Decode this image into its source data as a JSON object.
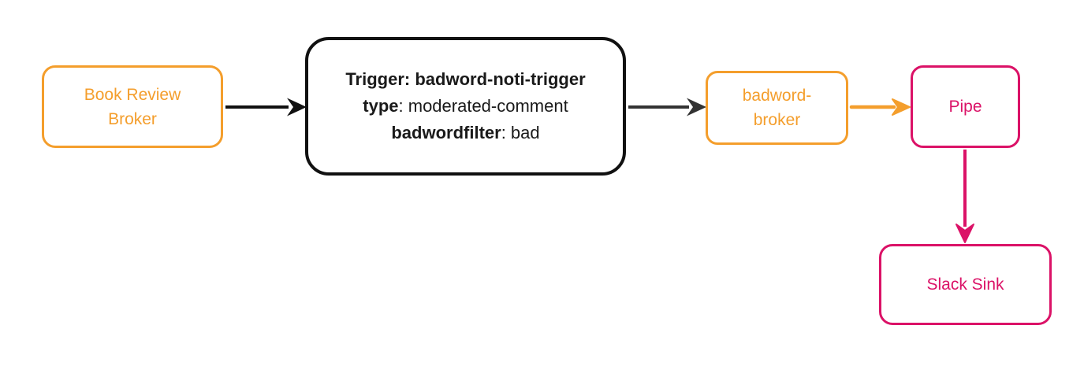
{
  "colors": {
    "orange": "#F49E2C",
    "pink": "#DB1267",
    "black": "#111111",
    "dark": "#333333",
    "text": "#1A1A1A",
    "background": "#FFFFFF"
  },
  "diagram": {
    "nodes": [
      {
        "id": "book-review-broker",
        "label": "Book Review Broker",
        "color": "orange",
        "shape": "rounded-rect"
      },
      {
        "id": "trigger",
        "color": "black",
        "shape": "rounded-rect",
        "lines": [
          {
            "bold": "Trigger: badword-noti-trigger",
            "regular": ""
          },
          {
            "bold": "type",
            "regular": ": moderated-comment"
          },
          {
            "bold": "badwordfilter",
            "regular": ": bad"
          }
        ]
      },
      {
        "id": "badword-broker",
        "label": "badword-broker",
        "color": "orange",
        "shape": "rounded-rect"
      },
      {
        "id": "pipe",
        "label": "Pipe",
        "color": "pink",
        "shape": "rounded-rect"
      },
      {
        "id": "slack-sink",
        "label": "Slack Sink",
        "color": "pink",
        "shape": "rounded-rect"
      }
    ],
    "edges": [
      {
        "from": "book-review-broker",
        "to": "trigger",
        "color": "black",
        "direction": "right"
      },
      {
        "from": "trigger",
        "to": "badword-broker",
        "color": "dark",
        "direction": "right"
      },
      {
        "from": "badword-broker",
        "to": "pipe",
        "color": "orange",
        "direction": "right"
      },
      {
        "from": "pipe",
        "to": "slack-sink",
        "color": "pink",
        "direction": "down"
      }
    ]
  }
}
